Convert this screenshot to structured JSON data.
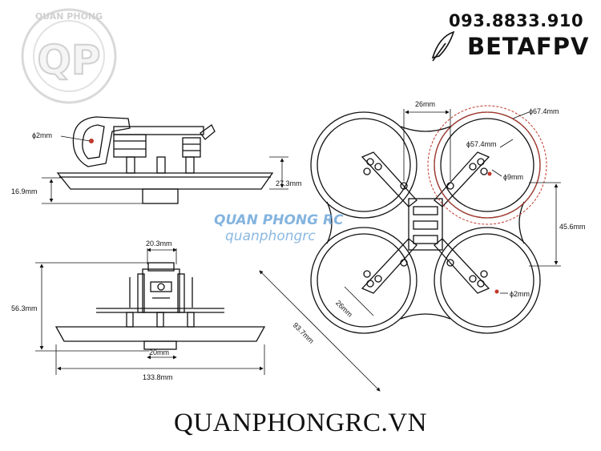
{
  "header": {
    "phone": "093.8833.910",
    "brand": "BETAFPV"
  },
  "logo": {
    "text": "QP",
    "ring_text": "QUAN PHONG"
  },
  "watermark": {
    "line1": "QUAN PHONG RC",
    "line2": "quanphongrc"
  },
  "footer": {
    "site": "QUANPHONGRC.VN"
  },
  "dimensions": {
    "side_view": {
      "hole": "ϕ2mm",
      "height": "27.3mm",
      "guard_height": "16.9mm"
    },
    "front_view": {
      "top_width": "20.3mm",
      "height": "56.3mm",
      "camera_width": "20mm",
      "total_width": "133.8mm"
    },
    "top_view": {
      "motor_spacing": "26mm",
      "duct_outer": "ϕ67.4mm",
      "prop": "ϕ57.4mm",
      "motor_hole": "ϕ9mm",
      "height": "45.6mm",
      "diag_motor": "26mm",
      "screw": "ϕ2mm",
      "diagonal": "93.7mm"
    }
  },
  "colors": {
    "line": "#111111",
    "accent": "#c0392b",
    "watermark": "#5b9bd5"
  }
}
